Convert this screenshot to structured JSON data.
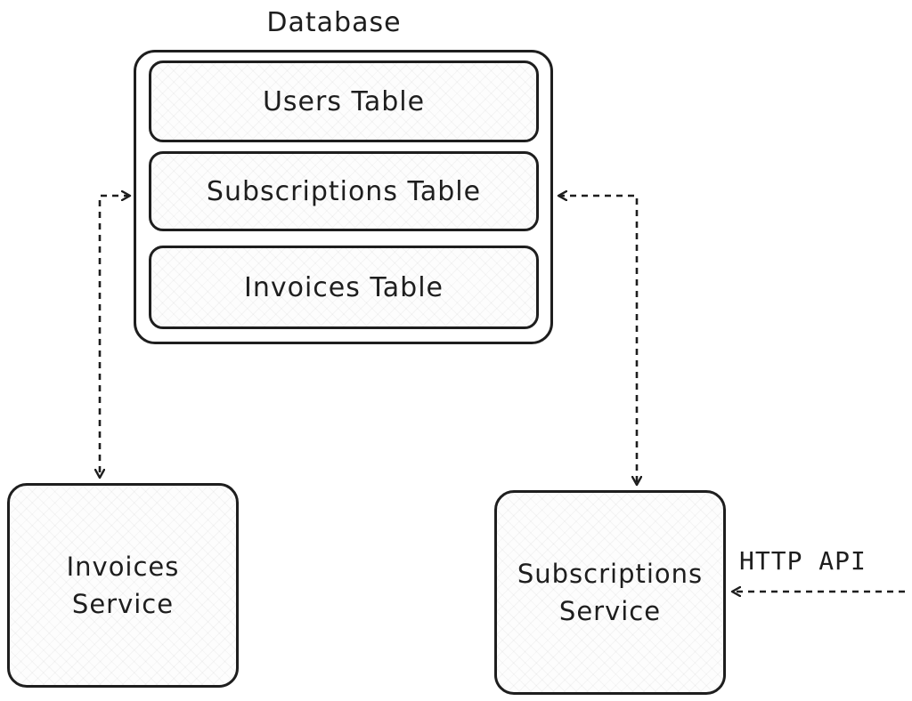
{
  "diagram": {
    "database": {
      "title": "Database",
      "tables": [
        {
          "label": "Users Table"
        },
        {
          "label": "Subscriptions Table"
        },
        {
          "label": "Invoices Table"
        }
      ]
    },
    "invoices_service": {
      "line1": "Invoices",
      "line2": "Service"
    },
    "subscriptions_service": {
      "line1": "Subscriptions",
      "line2": "Service"
    },
    "http_api_label": "HTTP API"
  }
}
